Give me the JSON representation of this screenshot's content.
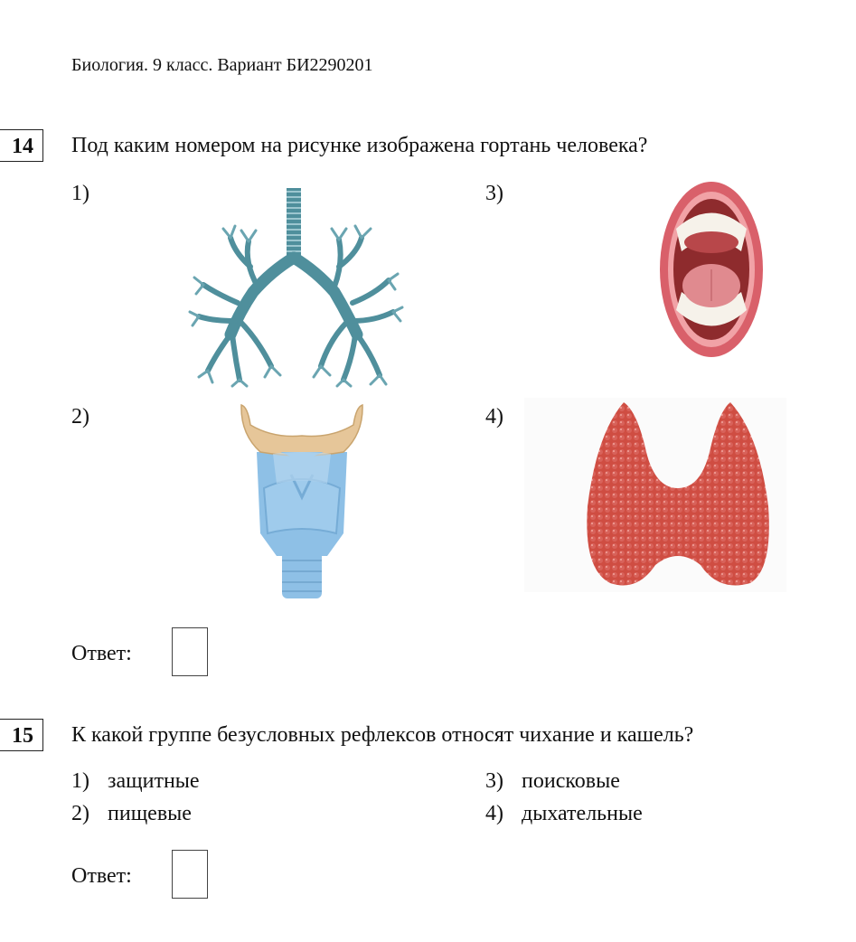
{
  "header": {
    "title": "Биология. 9 класс. Вариант БИ2290201"
  },
  "questions": [
    {
      "number": "14",
      "text": "Под каким номером на рисунке изображена гортань человека?",
      "options": [
        {
          "label": "1)",
          "image": "bronchial-tree-image"
        },
        {
          "label": "2)",
          "image": "larynx-image"
        },
        {
          "label": "3)",
          "image": "open-mouth-image"
        },
        {
          "label": "4)",
          "image": "thyroid-gland-image"
        }
      ],
      "answer_label": "Ответ:",
      "answer_value": ""
    },
    {
      "number": "15",
      "text": "К какой группе безусловных рефлексов относят чихание и кашель?",
      "options": [
        {
          "label": "1)",
          "text": "защитные"
        },
        {
          "label": "2)",
          "text": "пищевые"
        },
        {
          "label": "3)",
          "text": "поисковые"
        },
        {
          "label": "4)",
          "text": "дыхательные"
        }
      ],
      "answer_label": "Ответ:",
      "answer_value": ""
    }
  ],
  "colors": {
    "bronchi": "#4f8f9c",
    "larynx": "#8ec0e6",
    "hyoid": "#e6c699",
    "lips": "#d9606a",
    "thyroid": "#cf4d42"
  }
}
